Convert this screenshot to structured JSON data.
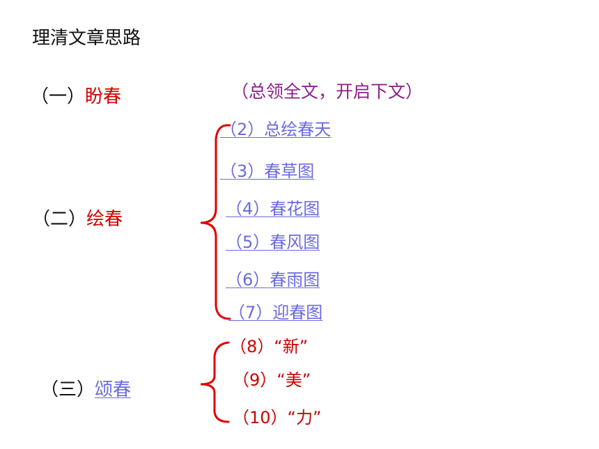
{
  "title": "理清文章思路",
  "sections": {
    "one": {
      "prefix": "（一）",
      "name": "盼春",
      "note": "（总领全文，开启下文）"
    },
    "two": {
      "prefix": "（二）",
      "name": "绘春",
      "items": [
        "（2）总绘春天",
        "（3）春草图",
        "（4）春花图",
        "（5）春风图",
        "（6）春雨图",
        "（7）迎春图"
      ]
    },
    "three": {
      "prefix": "（三）",
      "name": "颂春",
      "items": [
        "（8）“新”",
        "（9）“美”",
        "（10）“力”"
      ]
    }
  },
  "colors": {
    "accent_red": "#d00000",
    "brace_red": "#e00000",
    "note_purple": "#8b1f8b",
    "link_blue": "#6a6ae0"
  }
}
